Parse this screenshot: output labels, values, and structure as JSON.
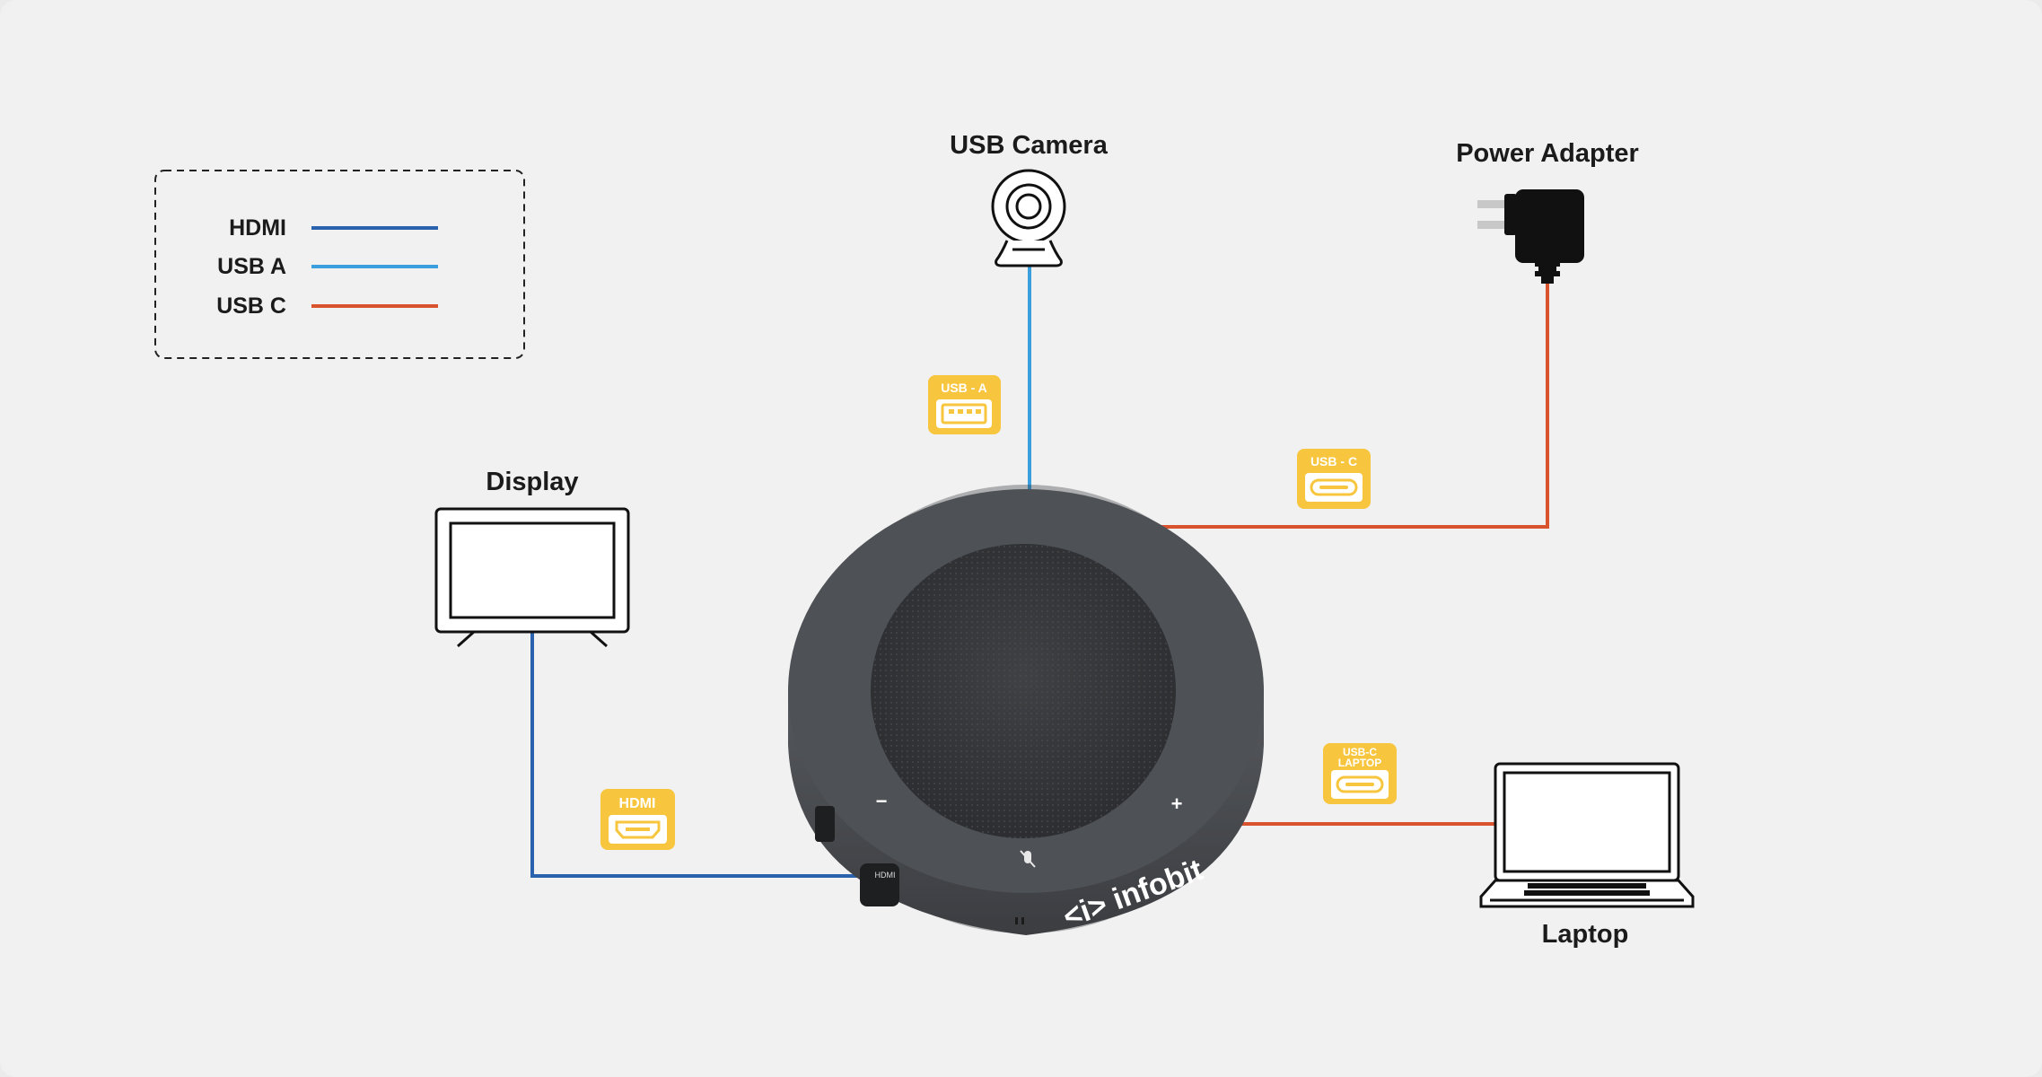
{
  "legend": {
    "items": [
      {
        "label": "HDMI",
        "color": "#2a62ad"
      },
      {
        "label": "USB A",
        "color": "#3a9fdc"
      },
      {
        "label": "USB C",
        "color": "#d9532f"
      }
    ]
  },
  "devices": {
    "camera": {
      "label": "USB Camera",
      "icon": "webcam-icon"
    },
    "power": {
      "label": "Power Adapter",
      "icon": "power-adapter-icon"
    },
    "display": {
      "label": "Display",
      "icon": "tv-display-icon"
    },
    "laptop": {
      "label": "Laptop",
      "icon": "laptop-icon"
    }
  },
  "badges": {
    "usb_a": {
      "text": "USB - A",
      "icon": "usb-a-port-icon"
    },
    "usb_c": {
      "text": "USB - C",
      "icon": "usb-c-port-icon"
    },
    "usb_c_laptop": {
      "line1": "USB-C",
      "line2": "LAPTOP",
      "icon": "usb-c-port-icon"
    },
    "hdmi": {
      "text": "HDMI",
      "icon": "hdmi-port-icon"
    }
  },
  "speakerphone": {
    "brand": "<i> infobit",
    "port_label": "HDMI",
    "minus": "−",
    "plus": "+"
  },
  "colors": {
    "hdmi": "#2a62ad",
    "usb_a": "#3a9fdc",
    "usb_c": "#d9532f",
    "badge": "#f7c63e"
  }
}
